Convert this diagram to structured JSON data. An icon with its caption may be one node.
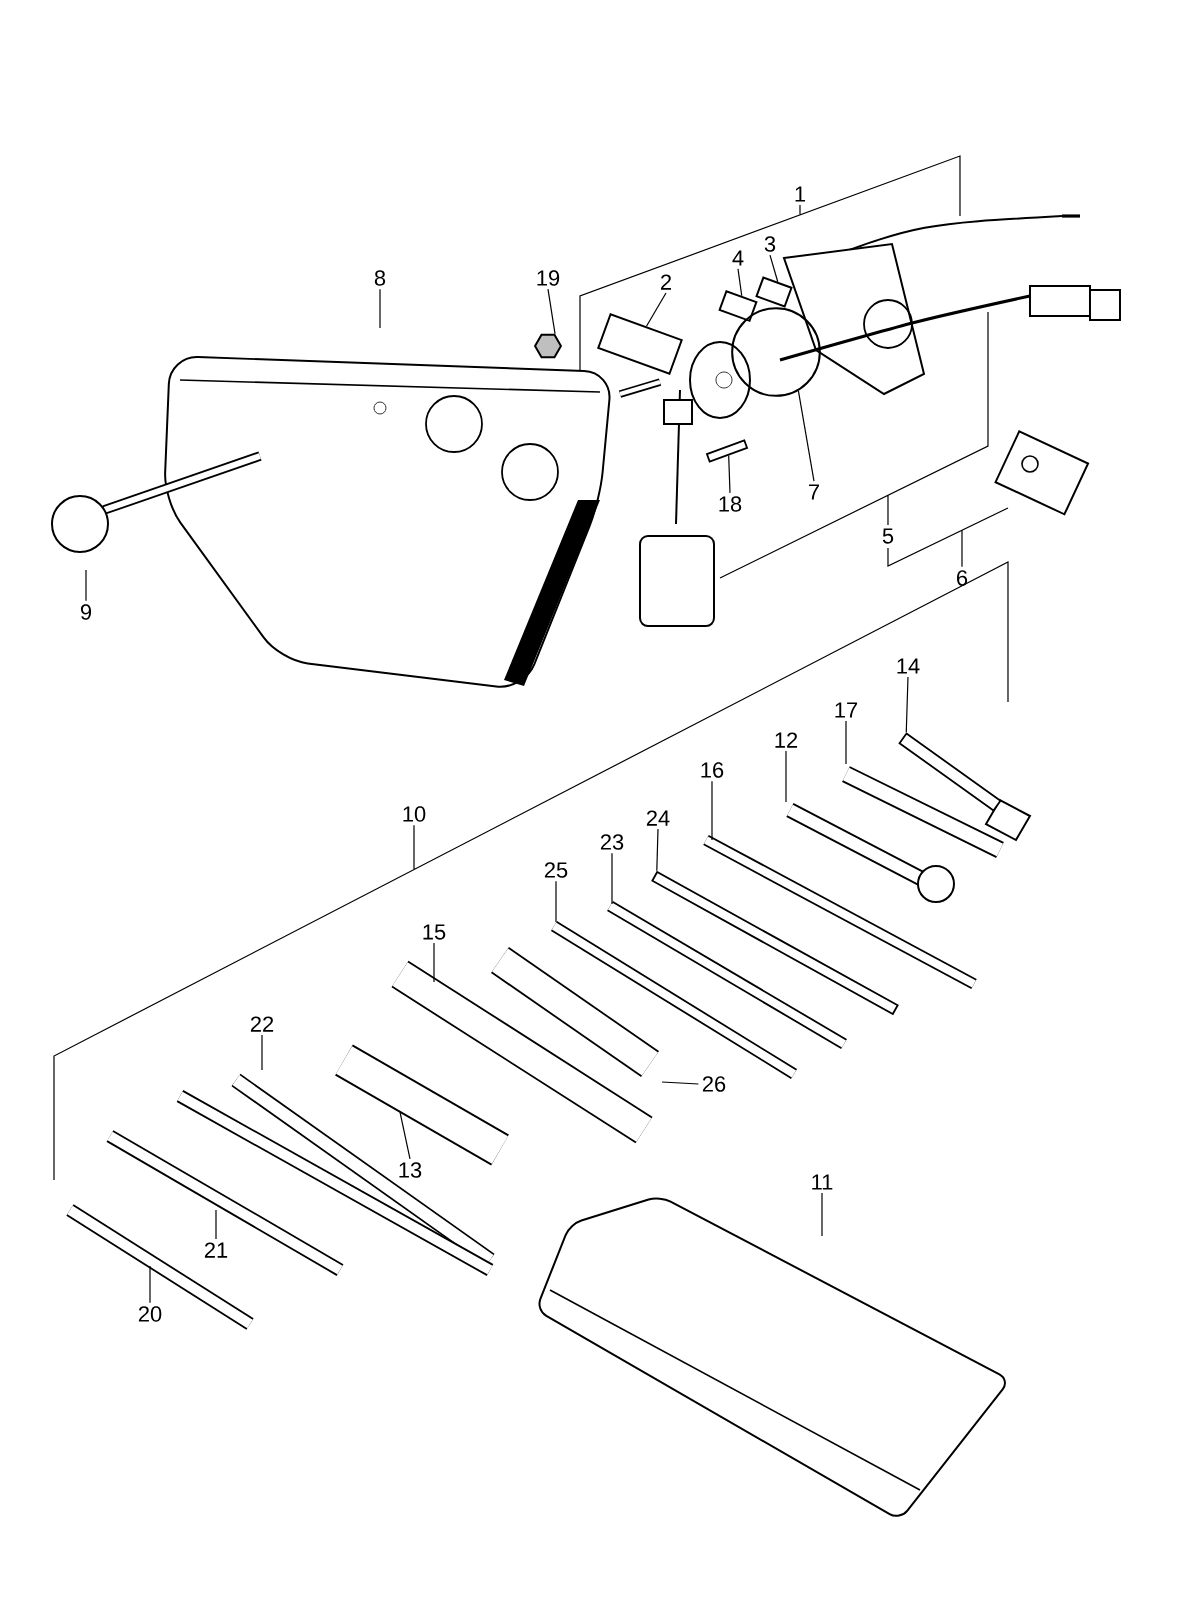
{
  "diagram": {
    "nodes": [
      {
        "text": [
          "1"
        ]
      },
      {
        "text": [
          "2"
        ]
      },
      {
        "text": [
          "3"
        ]
      },
      {
        "text": [
          "4"
        ]
      },
      {
        "text": [
          "5"
        ]
      },
      {
        "text": [
          "6"
        ]
      },
      {
        "text": [
          "7"
        ]
      },
      {
        "text": [
          "8"
        ]
      },
      {
        "text": [
          "9"
        ]
      },
      {
        "text": [
          "10"
        ]
      },
      {
        "text": [
          "11"
        ]
      },
      {
        "text": [
          "12"
        ]
      },
      {
        "text": [
          "13"
        ]
      },
      {
        "text": [
          "14"
        ]
      },
      {
        "text": [
          "15"
        ]
      },
      {
        "text": [
          "16"
        ]
      },
      {
        "text": [
          "17"
        ]
      },
      {
        "text": [
          "18"
        ]
      },
      {
        "text": [
          "19"
        ]
      },
      {
        "text": [
          "20"
        ]
      },
      {
        "text": [
          "21"
        ]
      },
      {
        "text": [
          "22"
        ]
      },
      {
        "text": [
          "23"
        ]
      },
      {
        "text": [
          "24"
        ]
      },
      {
        "text": [
          "25"
        ]
      },
      {
        "text": [
          "26"
        ]
      },
      {
        "text": [],
        "shape": "hexagon"
      },
      {
        "text": [],
        "shape": "bar"
      },
      {
        "text": [],
        "shape": "box"
      },
      {
        "text": [],
        "shape": "box"
      },
      {
        "text": [],
        "shape": "box"
      },
      {
        "text": [],
        "shape": "bar"
      },
      {
        "text": [],
        "shape": "bar"
      },
      {
        "text": [],
        "shape": "circle"
      }
    ],
    "edges": [
      {
        "from": 0,
        "to": null,
        "arrow": "none"
      },
      {
        "from": 1,
        "to": 30,
        "arrow": "none"
      },
      {
        "from": 2,
        "to": 29,
        "arrow": "none"
      },
      {
        "from": 3,
        "to": 28,
        "arrow": "none"
      },
      {
        "from": 4,
        "to": null,
        "arrow": "none"
      },
      {
        "from": 5,
        "to": null,
        "arrow": "none"
      },
      {
        "from": 6,
        "to": 33,
        "arrow": "none"
      },
      {
        "from": 7,
        "to": null,
        "arrow": "none"
      },
      {
        "from": 8,
        "to": null,
        "arrow": "none"
      },
      {
        "from": 9,
        "to": null,
        "arrow": "none"
      },
      {
        "from": 10,
        "to": null,
        "arrow": "none"
      },
      {
        "from": 11,
        "to": null,
        "arrow": "none"
      },
      {
        "from": 12,
        "to": null,
        "arrow": "none"
      },
      {
        "from": 13,
        "to": 31,
        "arrow": "none"
      },
      {
        "from": 14,
        "to": null,
        "arrow": "none"
      },
      {
        "from": 15,
        "to": null,
        "arrow": "none"
      },
      {
        "from": 16,
        "to": null,
        "arrow": "none"
      },
      {
        "from": 17,
        "to": 32,
        "arrow": "none"
      },
      {
        "from": 18,
        "to": 26,
        "arrow": "none"
      },
      {
        "from": 19,
        "to": null,
        "arrow": "none"
      },
      {
        "from": 20,
        "to": null,
        "arrow": "none"
      },
      {
        "from": 21,
        "to": null,
        "arrow": "none"
      },
      {
        "from": 22,
        "to": null,
        "arrow": "none"
      },
      {
        "from": 23,
        "to": 27,
        "arrow": "none"
      },
      {
        "from": 24,
        "to": null,
        "arrow": "none"
      },
      {
        "from": 25,
        "to": null,
        "arrow": "none"
      }
    ]
  }
}
